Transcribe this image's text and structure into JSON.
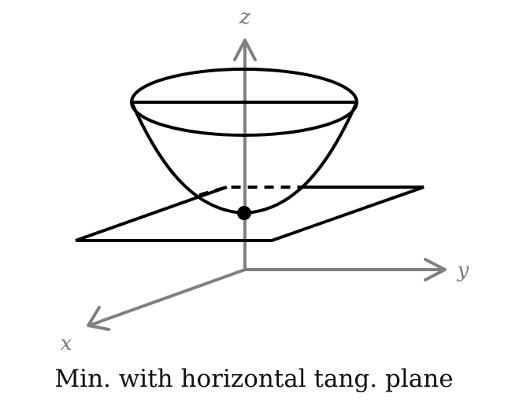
{
  "axes": {
    "x_label": "x",
    "y_label": "y",
    "z_label": "z"
  },
  "caption": "Min. with horizontal tang. plane",
  "colors": {
    "axis": "#808080",
    "surface": "#000000",
    "plane": "#000000",
    "point": "#000000"
  }
}
